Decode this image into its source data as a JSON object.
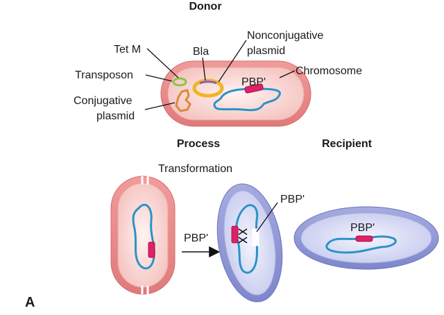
{
  "headings": {
    "donor": "Donor",
    "process": "Process",
    "recipient": "Recipient",
    "panel_letter": "A"
  },
  "donor_labels": {
    "tet_m": "Tet M",
    "bla": "Bla",
    "nonconjugative_line1": "Nonconjugative",
    "nonconjugative_line2": "plasmid",
    "transposon": "Transposon",
    "conjugative_line1": "Conjugative",
    "conjugative_line2": "plasmid",
    "chromosome": "Chromosome",
    "pbp": "PBP'"
  },
  "process_labels": {
    "transformation": "Transformation",
    "arrow_label": "PBP'",
    "fragment_label": "PBP'"
  },
  "recipient_labels": {
    "pbp": "PBP'"
  },
  "colors": {
    "donor_fill": "#f7c9c6",
    "donor_outer": "#e98c8c",
    "recipient_fill": "#c9cdef",
    "recipient_outer": "#8f96d4",
    "dna": "#2a93c9",
    "gene": "#dd2266",
    "plasmid_ring": "#f0b429",
    "transposon": "#8cc63f",
    "conjugative": "#d98b3a"
  }
}
